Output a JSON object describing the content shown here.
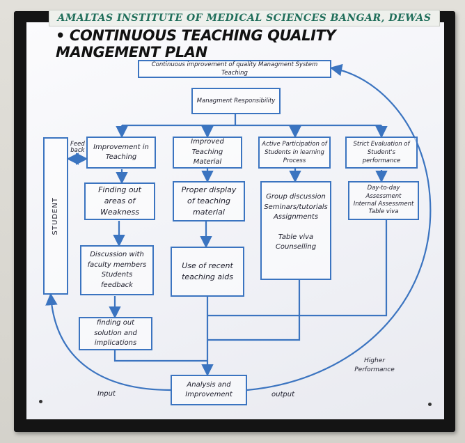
{
  "header": {
    "institute": "AMALTAS INSTITUTE OF MEDICAL SCIENCES BANGAR, DEWAS"
  },
  "title": "• CONTINUOUS TEACHING QUALITY MANGEMENT PLAN",
  "top_box": "Continuous improvement of quality Managment System Teaching",
  "mgmt_box": "Managment Responsibility",
  "student_box": "STUDENT",
  "feedback_label": [
    "Feed",
    "back"
  ],
  "columns": [
    {
      "head": "Improvement in Teaching",
      "steps": [
        "Finding out areas of Weakness",
        "Discussion with faculty members Students feedback",
        "finding out solution and implications"
      ]
    },
    {
      "head": "Improved Teaching Material",
      "steps": [
        "Proper display of teaching material",
        "Use of recent teaching aids"
      ]
    },
    {
      "head": "Active Participation of Students in learning Process",
      "steps": [
        "Group discussion",
        "Seminars/tutorials",
        "Assignments",
        "Table viva",
        "Counselling"
      ]
    },
    {
      "head": "Strict Evaluation of Student's performance",
      "steps": [
        "Day-to-day Assessment",
        "Internal Assessment",
        "Table viva"
      ]
    }
  ],
  "analysis_box": "Analysis and Improvement",
  "labels": {
    "input": "Input",
    "output": "output",
    "higher_performance": "Higher Performance"
  },
  "colors": {
    "line": "#3b74c0",
    "header_text": "#1f6e5a",
    "frame": "#141414"
  }
}
